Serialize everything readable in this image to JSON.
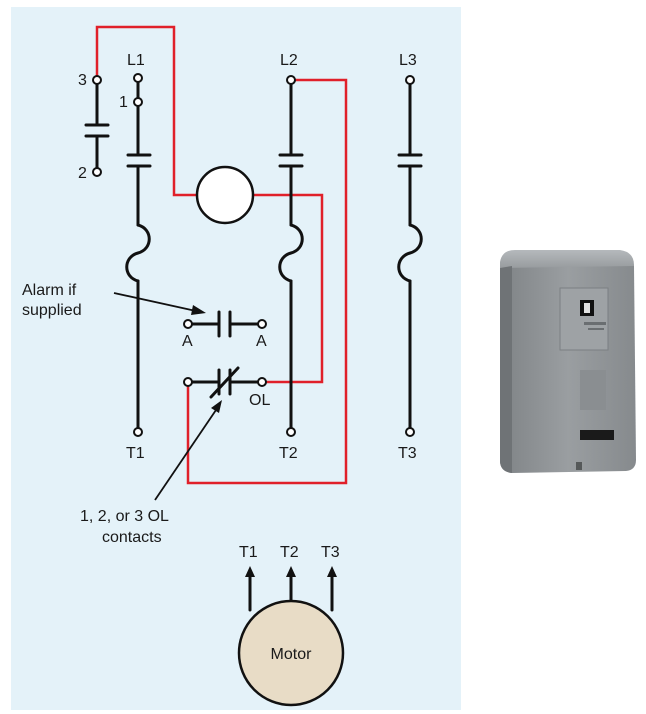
{
  "diagram": {
    "line_labels": {
      "l1": "L1",
      "l2": "L2",
      "l3": "L3"
    },
    "contact_labels": {
      "c3": "3",
      "c1": "1",
      "c2": "2"
    },
    "load_labels": {
      "t1": "T1",
      "t2": "T2",
      "t3": "T3"
    },
    "alarm": {
      "label_line1": "Alarm if",
      "label_line2": "supplied",
      "terminal_left": "A",
      "terminal_right": "A"
    },
    "overload": {
      "terminal_label": "OL",
      "callout_line1": "1, 2, or 3 OL",
      "callout_line2": "contacts"
    },
    "motor": {
      "label": "Motor",
      "lead_labels": {
        "t1": "T1",
        "t2": "T2",
        "t3": "T3"
      }
    }
  },
  "photo": {
    "subject": "magnetic-starter-enclosure"
  },
  "colors": {
    "panel_background": "#e4f2f9",
    "control_wire": "#e0202a",
    "power_wire": "#111111",
    "motor_fill": "#e8dcc6",
    "enclosure_gray": "#8f9396"
  }
}
